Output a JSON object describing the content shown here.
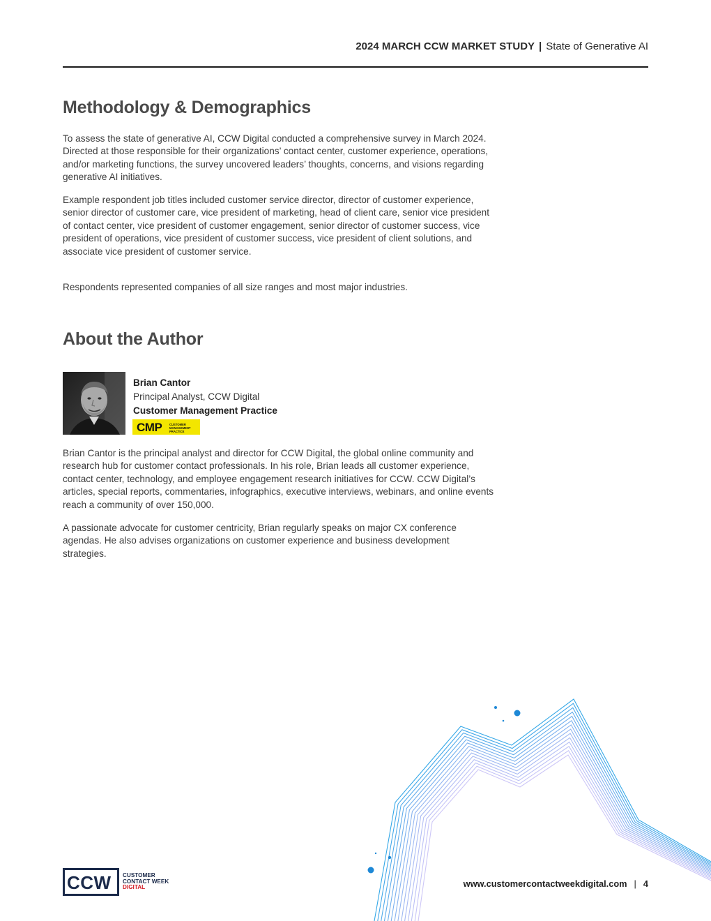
{
  "header": {
    "study": "2024 MARCH CCW MARKET STUDY",
    "separator": "|",
    "topic": "State of Generative AI"
  },
  "methodology": {
    "heading": "Methodology & Demographics",
    "paragraphs": [
      "To assess the state of generative AI, CCW Digital conducted a comprehensive survey in March 2024. Directed at those responsible for their organizations’ contact center, customer experience, operations, and/or marketing functions, the survey uncovered leaders’ thoughts, concerns, and visions regarding generative AI initiatives.",
      "Example respondent job titles included customer service director, director of customer experience, senior director of customer care, vice president of marketing, head of client care, senior vice president of contact center, vice president of customer engagement, senior director of customer success, vice president of operations, vice president of customer success, vice president of client solutions, and associate vice president of customer service.",
      "Respondents represented companies of all size ranges and most major industries."
    ]
  },
  "author": {
    "heading": "About the Author",
    "name": "Brian Cantor",
    "role": "Principal Analyst, CCW Digital",
    "practice": "Customer Management Practice",
    "badge": {
      "abbr": "CMP",
      "line1": "CUSTOMER",
      "line2": "MANAGEMENT",
      "line3": "PRACTICE",
      "color": "#f3e600"
    },
    "paragraphs": [
      "Brian Cantor is the principal analyst and director for CCW Digital, the global online community and research hub for customer contact professionals. In his role, Brian leads all customer experience, contact center, technology, and employee engagement research initiatives for CCW. CCW Digital’s articles, special reports, commentaries, infographics, executive interviews, webinars, and online events reach a community of over 150,000.",
      "A passionate advocate for customer centricity, Brian regularly speaks on major CX conference agendas. He also advises organizations on customer experience and business development strategies."
    ]
  },
  "logo": {
    "mark": "CCW",
    "line1": "CUSTOMER",
    "line2": "CONTACT WEEK",
    "line3": "DIGITAL",
    "brand_color": "#1b2a4a",
    "accent_color": "#d3222a"
  },
  "footer": {
    "url": "www.customercontactweekdigital.com",
    "separator": "|",
    "page": "4"
  },
  "colors": {
    "decor_outer": "#2aa3e6",
    "decor_inner": "#9c8ff0"
  }
}
